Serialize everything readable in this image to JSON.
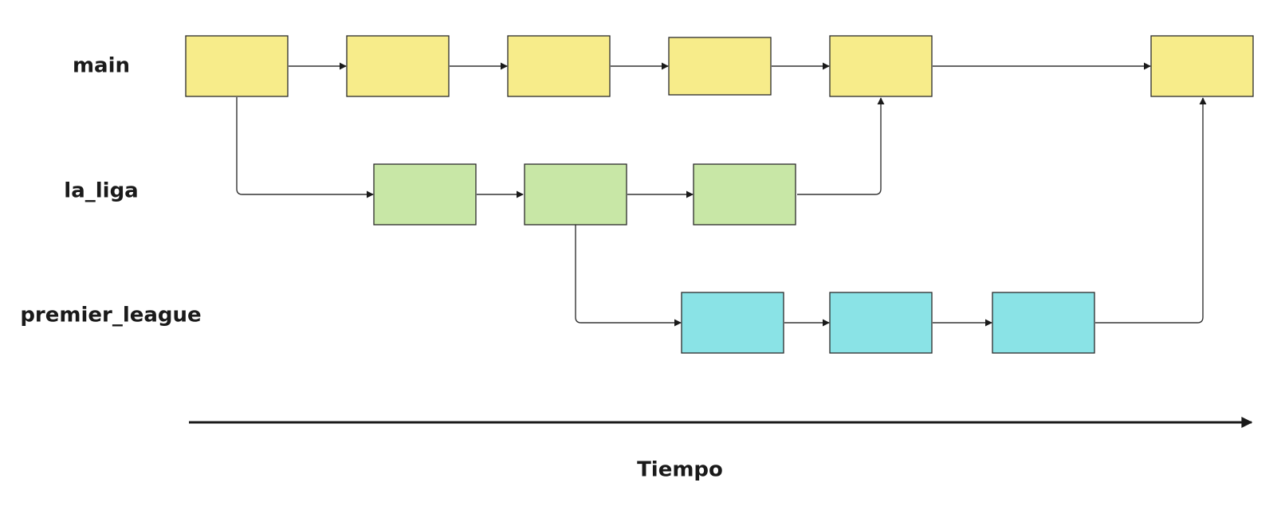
{
  "branches": [
    {
      "id": "main",
      "label": "main",
      "color": "#f7ec8a",
      "commit_count": 6
    },
    {
      "id": "la_liga",
      "label": "la_liga",
      "color": "#c8e7a6",
      "commit_count": 3
    },
    {
      "id": "premier_league",
      "label": "premier_league",
      "color": "#8ae3e6",
      "commit_count": 3
    }
  ],
  "branch_links": [
    {
      "from_branch": "main",
      "from_commit": 1,
      "to_branch": "la_liga",
      "to_commit": 1,
      "kind": "branch-off"
    },
    {
      "from_branch": "la_liga",
      "from_commit": 2,
      "to_branch": "premier_league",
      "to_commit": 1,
      "kind": "branch-off"
    },
    {
      "from_branch": "la_liga",
      "from_commit": 3,
      "to_branch": "main",
      "to_commit": 5,
      "kind": "merge"
    },
    {
      "from_branch": "premier_league",
      "from_commit": 3,
      "to_branch": "main",
      "to_commit": 6,
      "kind": "merge"
    }
  ],
  "time_axis": {
    "label": "Tiempo"
  }
}
